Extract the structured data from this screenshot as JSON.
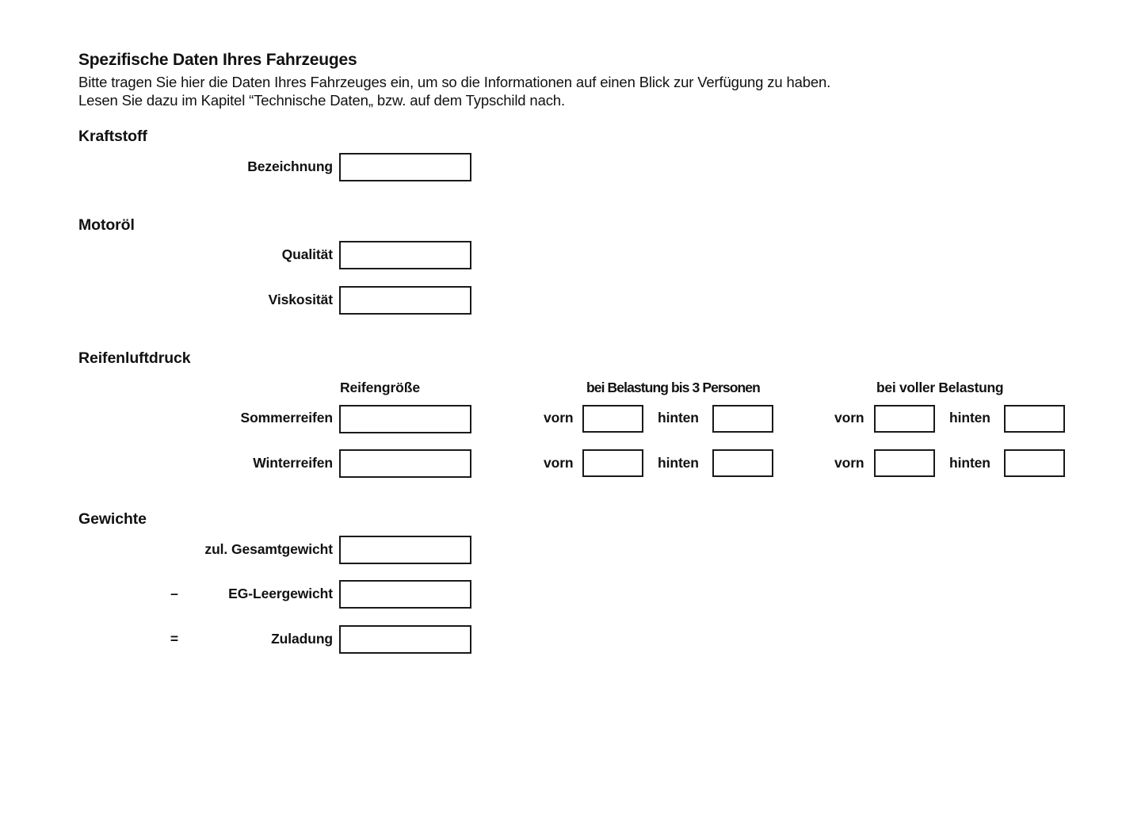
{
  "document": {
    "title": "Spezifische Daten Ihres Fahrzeuges",
    "intro_line_1": "Bitte tragen Sie hier die Daten Ihres Fahrzeuges ein, um so die Informationen auf einen Blick zur Verfügung zu haben.",
    "intro_line_2": "Lesen Sie dazu im Kapitel “Technische Daten„ bzw. auf dem Typschild nach."
  },
  "sections": {
    "kraftstoff": {
      "heading": "Kraftstoff",
      "fields": [
        {
          "label": "Bezeichnung",
          "value": ""
        }
      ]
    },
    "motoroel": {
      "heading": "Motoröl",
      "fields": [
        {
          "label": "Qualität",
          "value": ""
        },
        {
          "label": "Viskosität",
          "value": ""
        }
      ]
    },
    "reifenluftdruck": {
      "heading": "Reifenluftdruck",
      "column_headers": {
        "size": "Reifengröße",
        "load_3_persons": "bei Belastung bis 3 Personen",
        "full_load": "bei voller Belastung"
      },
      "axle_labels": {
        "front": "vorn",
        "rear": "hinten"
      },
      "rows": [
        {
          "label": "Sommerreifen",
          "size_value": "",
          "load3_front": "",
          "load3_rear": "",
          "full_front": "",
          "full_rear": ""
        },
        {
          "label": "Winterreifen",
          "size_value": "",
          "load3_front": "",
          "load3_rear": "",
          "full_front": "",
          "full_rear": ""
        }
      ]
    },
    "gewichte": {
      "heading": "Gewichte",
      "fields": [
        {
          "operator": "",
          "label": "zul. Gesamtgewicht",
          "value": ""
        },
        {
          "operator": "–",
          "label": "EG-Leergewicht",
          "value": ""
        },
        {
          "operator": "=",
          "label": "Zuladung",
          "value": ""
        }
      ]
    }
  },
  "colors": {
    "background": "#ffffff",
    "text": "#111111",
    "box_border": "#1a1a1a"
  }
}
